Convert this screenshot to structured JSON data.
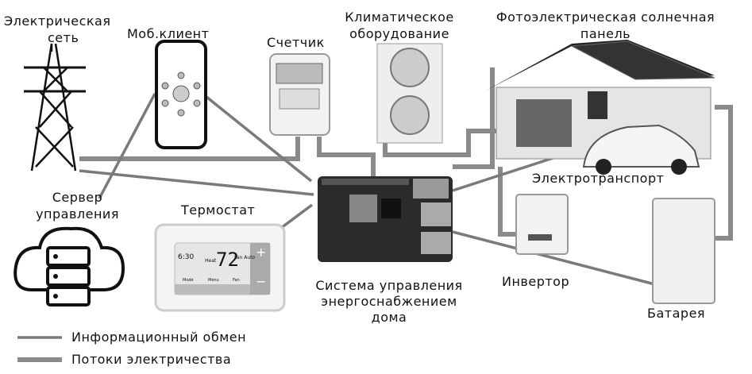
{
  "labels": {
    "grid": [
      "Электрическая",
      "сеть"
    ],
    "mobile_client": "Моб.клиент",
    "meter": "Счетчик",
    "climate": [
      "Климатическое",
      "оборудование"
    ],
    "solar": [
      "Фотоэлектрическая солнечная",
      "панель"
    ],
    "ev": "Электротранспорт",
    "server": [
      "Сервер",
      "управления"
    ],
    "thermostat": "Термостат",
    "controller": [
      "Система управления",
      "энергоснабжением",
      "дома"
    ],
    "inverter": "Инвертор",
    "battery": "Батарея"
  },
  "thermostat_display": {
    "time": "6:30",
    "mode": "Heat",
    "temp": "72",
    "fan": "Fan Auto",
    "buttons": [
      "Mode",
      "Menu",
      "Fan"
    ],
    "plus": "+",
    "minus": "−"
  },
  "legend": [
    {
      "label": "Информационный обмен",
      "type": "info"
    },
    {
      "label": "Потоки электричества",
      "type": "power"
    }
  ],
  "colors": {
    "info_line": "#7a7a7a",
    "power_line": "#8a8a8a"
  }
}
